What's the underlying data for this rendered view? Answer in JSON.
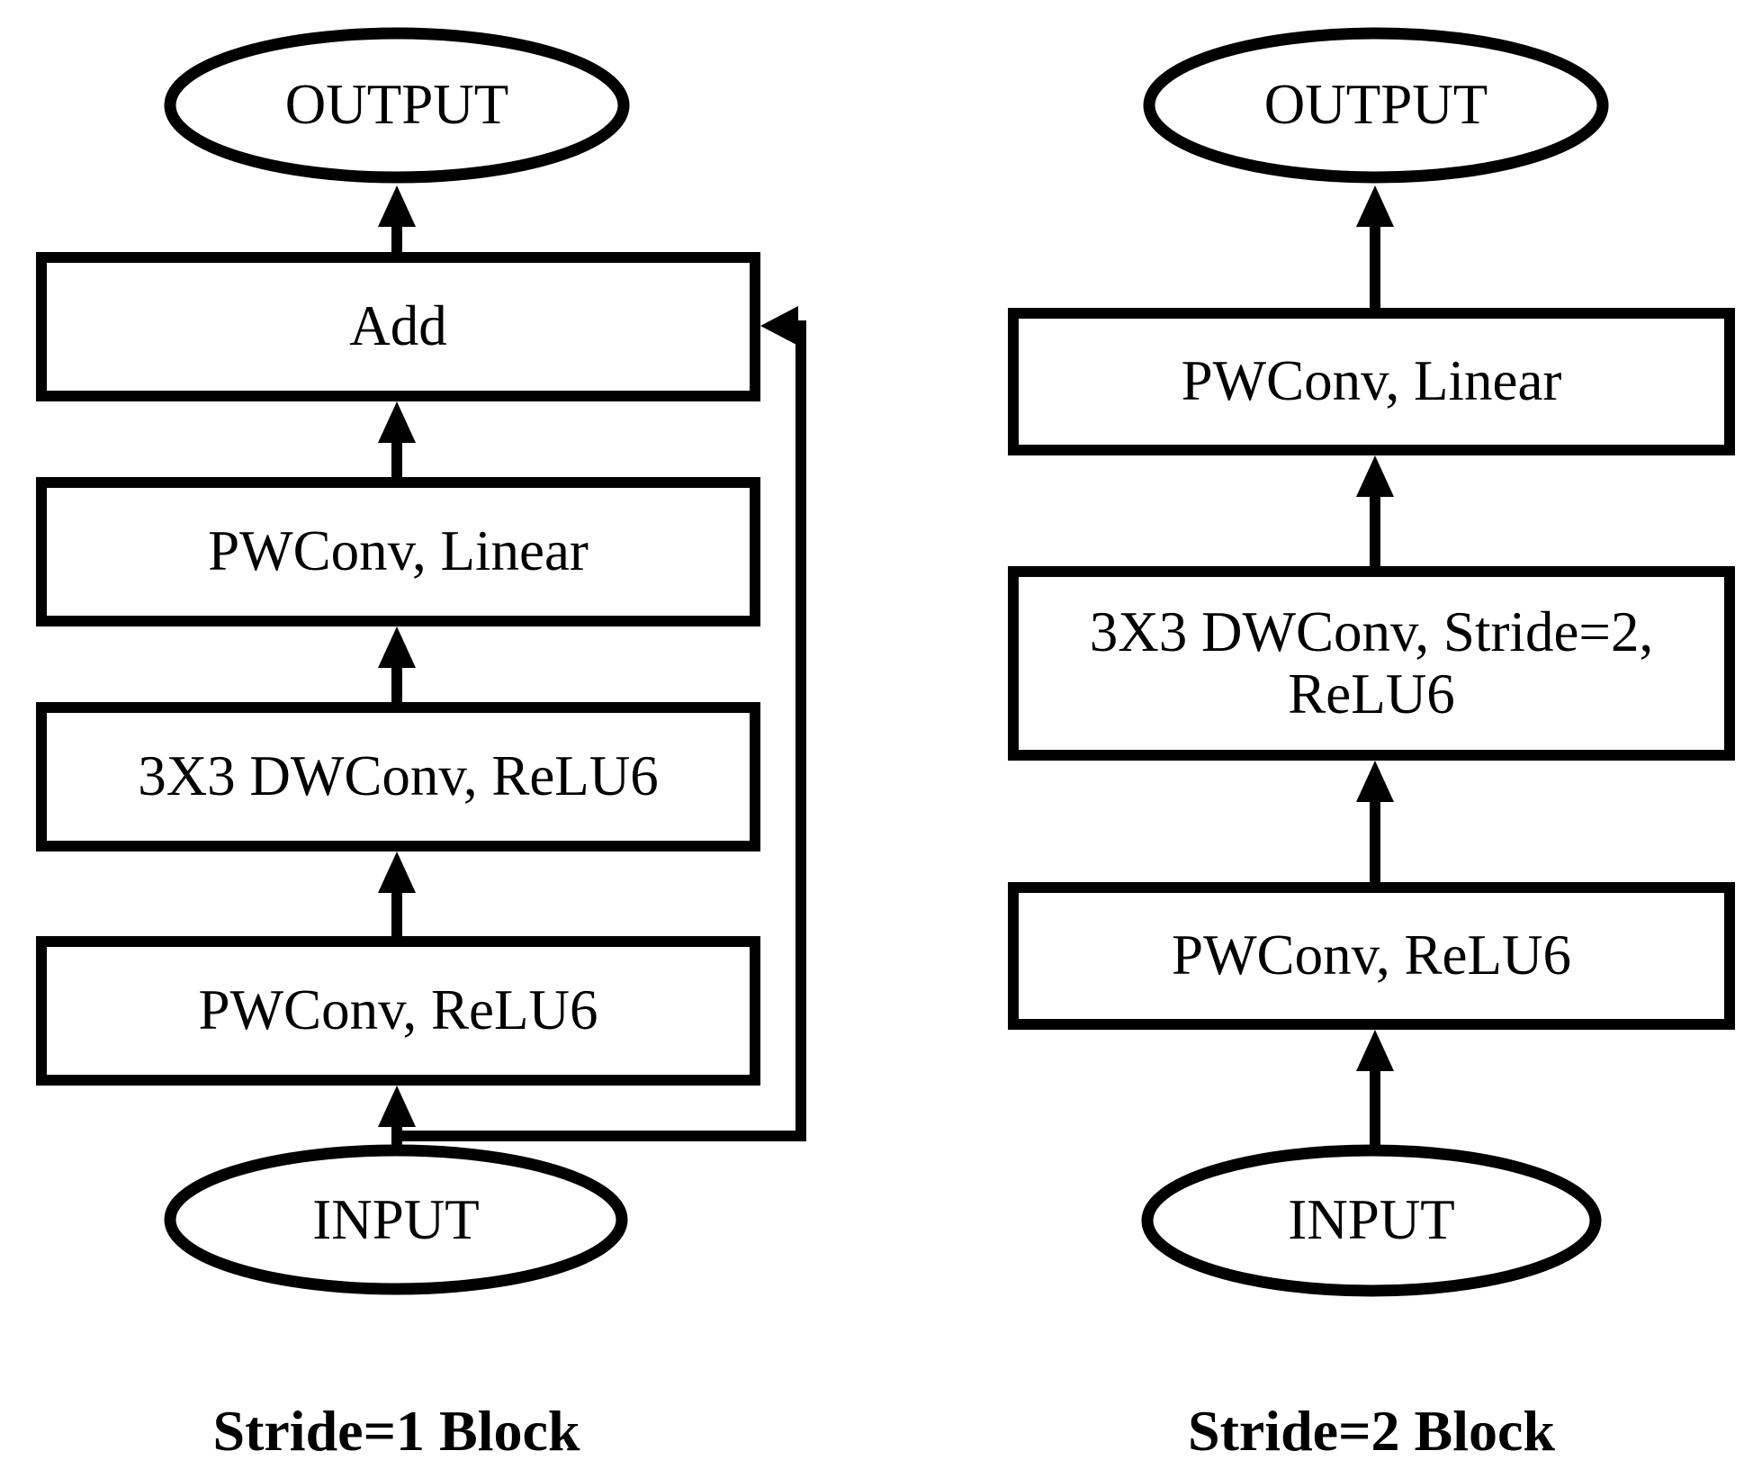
{
  "figure": {
    "background_color": "#ffffff",
    "stroke_color": "#000000",
    "left_block": {
      "caption": "Stride=1 Block",
      "output_label": "OUTPUT",
      "input_label": "INPUT",
      "boxes": [
        "Add",
        "PWConv, Linear",
        "3X3 DWConv, ReLU6",
        "PWConv, ReLU6"
      ],
      "edges": [
        "INPUT to PWConv, ReLU6",
        "PWConv, ReLU6 to 3X3 DWConv, ReLU6",
        "3X3 DWConv, ReLU6 to PWConv, Linear",
        "PWConv, Linear to Add",
        "Add to OUTPUT",
        "skip connection: INPUT to Add"
      ]
    },
    "right_block": {
      "caption": "Stride=2 Block",
      "output_label": "OUTPUT",
      "input_label": "INPUT",
      "boxes": [
        "PWConv, Linear",
        "3X3 DWConv, Stride=2, ReLU6",
        "PWConv, ReLU6"
      ],
      "edges": [
        "INPUT to PWConv, ReLU6",
        "PWConv, ReLU6 to 3X3 DWConv, Stride=2, ReLU6",
        "3X3 DWConv, Stride=2, ReLU6 to PWConv, Linear",
        "PWConv, Linear to OUTPUT"
      ]
    }
  }
}
